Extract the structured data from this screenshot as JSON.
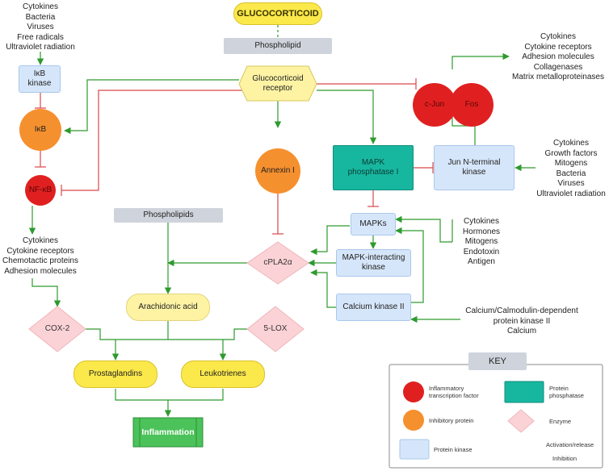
{
  "title": "GLUCOCORTICOID",
  "nodes": {
    "phospholipid": "Phospholipid",
    "gc_receptor": "Glucocorticoid\nreceptor",
    "ikb_kinase": "IκB\nkinase",
    "ikb": "IκB",
    "nfkb": "NF-κB",
    "annexin": "Annexin I",
    "mapk_phosphatase": "MAPK\nphosphatase I",
    "jnk": "Jun N-terminal\nkinase",
    "cjun": "c-Jun",
    "fos": "Fos",
    "mapks": "MAPKs",
    "mapk_interacting": "MAPK-interacting\nkinase",
    "calcium_kinase": "Calcium kinase II",
    "cpla2": "cPLA2α",
    "phospholipids": "Phospholipids",
    "arachidonic": "Arachidonic acid",
    "cox2": "COX-2",
    "lox5": "5-LOX",
    "prostaglandins": "Prostaglandins",
    "leukotrienes": "Leukotrienes",
    "inflammation": "Inflammation"
  },
  "text_lists": {
    "top_left_stimuli": [
      "Cytokines",
      "Bacteria",
      "Viruses",
      "Free radicals",
      "Ultraviolet radiation"
    ],
    "nfkb_products": [
      "Cytokines",
      "Cytokine receptors",
      "Chemotactic proteins",
      "Adhesion molecules"
    ],
    "ap1_products": [
      "Cytokines",
      "Cytokine receptors",
      "Adhesion molecules",
      "Collagenases",
      "Matrix metalloproteinases"
    ],
    "jnk_stimuli": [
      "Cytokines",
      "Growth factors",
      "Mitogens",
      "Bacteria",
      "Viruses",
      "Ultraviolet radiation"
    ],
    "mapk_stimuli": [
      "Cytokines",
      "Hormones",
      "Mitogens",
      "Endotoxin",
      "Antigen"
    ],
    "calcium_stimuli": [
      "Calcium/Calmodulin-dependent",
      "protein kinase II",
      "Calcium"
    ]
  },
  "key": {
    "title": "KEY",
    "inflammatory_tf": "Inflammatory\ntranscription factor",
    "protein_phosphatase": "Protein\nphosphatase",
    "inhibitory_protein": "Inhibitory protein",
    "enzyme": "Enzyme",
    "protein_kinase": "Protein kinase",
    "activation": "Activation/release",
    "inhibition": "Inhibition"
  },
  "colors": {
    "activation": "#2e9a2e",
    "inhibition": "#d9474b",
    "transcription_factor": "#e02020",
    "inhibitory_protein": "#f5902e",
    "kinase": "#d6e6fa",
    "phosphatase": "#17b79f",
    "enzyme": "#fbd3d6",
    "yellow": "#fbe84a",
    "inflammation": "#4cc25a"
  }
}
